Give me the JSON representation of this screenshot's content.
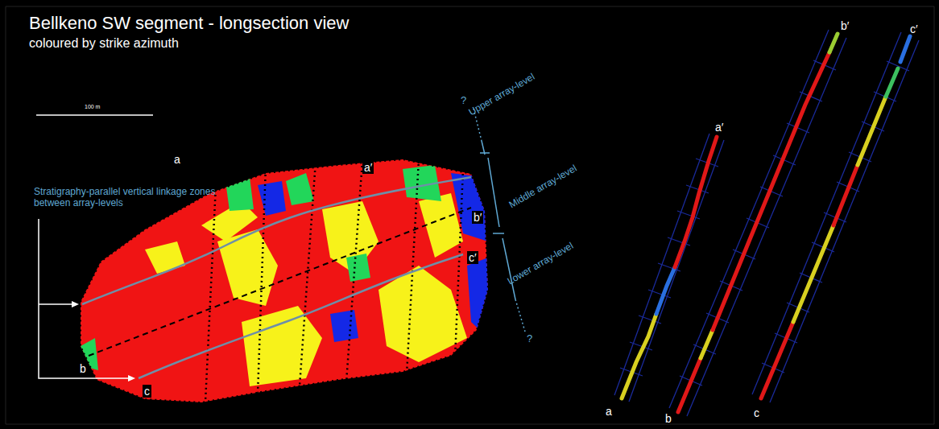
{
  "diagram": {
    "title": "Bellkeno SW segment - longsection view",
    "labels": [
      "coloured by strike azimuth",
      "100 m",
      "Stratigraphy-parallel vertical linkage zones between array-levels",
      "a",
      "a′",
      "b",
      "b′",
      "c",
      "c′",
      "?",
      "Upper array-level",
      "Middle array-level",
      "Lower array-level",
      "?",
      "a′",
      "b′",
      "c′",
      "a",
      "b",
      "c"
    ]
  }
}
